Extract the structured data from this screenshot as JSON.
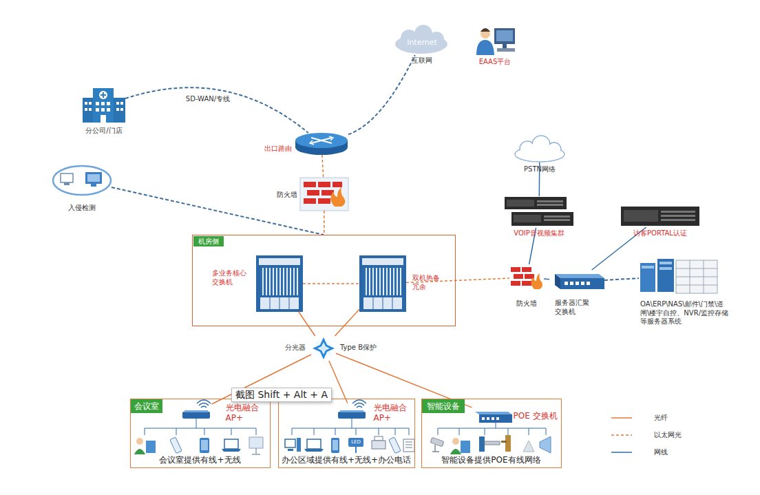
{
  "diagram": {
    "nodes": [
      {
        "text": [
          "Internet",
          "互联网"
        ]
      },
      {
        "text": [
          "EAAS平台"
        ]
      },
      {
        "text": [
          "分公司/门店"
        ]
      },
      {
        "text": [
          "出口路由"
        ]
      },
      {
        "text": [
          "入侵检测"
        ]
      },
      {
        "text": [
          "防火墙"
        ]
      },
      {
        "text": [
          "机房侧"
        ]
      },
      {
        "text": [
          "多业务核心 交换机"
        ],
        "in": 6
      },
      {
        "text": [
          "双机热备 冗余"
        ],
        "in": 6
      },
      {
        "text": [
          "PSTN网络"
        ]
      },
      {
        "text": [
          "VOIP音视频集群"
        ]
      },
      {
        "text": [
          "访客PORTAL认证"
        ]
      },
      {
        "text": [
          "防火墙"
        ]
      },
      {
        "text": [
          "服务器汇聚 交换机"
        ]
      },
      {
        "text": [
          "OA\\ERP\\NAS\\邮件\\门禁\\道 闸\\楼宇自控、NVR/监控存储 等服务器系统"
        ]
      },
      {
        "text": [
          "分光器",
          "Type B保护"
        ]
      },
      {
        "text": [
          "会议室",
          "会议室提供有线+无线"
        ]
      },
      {
        "text": [
          "光电融合 AP+"
        ],
        "in": 16
      },
      {
        "text": [
          "办公区域提供有线+无线+办公电话"
        ]
      },
      {
        "text": [
          "光电融合 AP+"
        ],
        "in": 18
      },
      {
        "text": [
          "智能设备",
          "智能设备提供POE有线网络"
        ]
      },
      {
        "text": [
          "POE 交换机"
        ],
        "in": 20
      }
    ],
    "edges": [
      {
        "from": 2,
        "to": 3,
        "label": "SD-WAN/专线",
        "arrow": "none"
      },
      {
        "from": 3,
        "to": 0,
        "arrow": "none"
      },
      {
        "from": 3,
        "to": 5,
        "arrow": "none"
      },
      {
        "from": 4,
        "to": 6,
        "arrow": "none"
      },
      {
        "from": 5,
        "to": 6,
        "arrow": "none"
      },
      {
        "from": 7,
        "to": 8,
        "arrow": "none"
      },
      {
        "from": 8,
        "to": 12,
        "arrow": "none"
      },
      {
        "from": 9,
        "to": 10,
        "arrow": "none"
      },
      {
        "from": 10,
        "to": 12,
        "arrow": "none"
      },
      {
        "from": 11,
        "to": 13,
        "arrow": "none"
      },
      {
        "from": 12,
        "to": 13,
        "arrow": "none"
      },
      {
        "from": 13,
        "to": 14,
        "arrow": "none"
      },
      {
        "from": 7,
        "to": 15,
        "arrow": "none"
      },
      {
        "from": 8,
        "to": 15,
        "arrow": "none"
      },
      {
        "from": 15,
        "to": 17,
        "arrow": "none"
      },
      {
        "from": 15,
        "to": 19,
        "arrow": "none"
      },
      {
        "from": 15,
        "to": 21,
        "arrow": "none"
      }
    ],
    "labels": [
      "截图 Shift + Alt + A",
      "LED"
    ],
    "legend": [
      {
        "text": "光纤"
      },
      {
        "text": "以太网光"
      },
      {
        "text": "网线"
      }
    ]
  }
}
